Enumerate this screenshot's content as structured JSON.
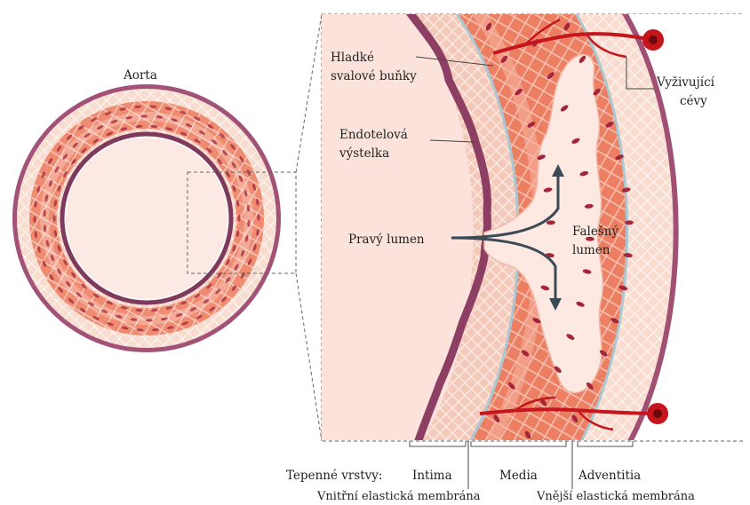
{
  "title": "Aorta",
  "labels": {
    "smooth_muscle": [
      "Hladké",
      "svalové buňky"
    ],
    "endothelium": [
      "Endotelová",
      "výstelka"
    ],
    "true_lumen": "Pravý lumen",
    "false_lumen": [
      "Falešný",
      "lumen"
    ],
    "vasa_vasorum": [
      "Vyživující",
      "cévy"
    ]
  },
  "layers": {
    "caption": "Tepenné vrstvy:",
    "intima": "Intima",
    "media": "Media",
    "adventitia": "Adventitia"
  },
  "membranes": {
    "internal": "Vnitřní elastická membrána",
    "external": "Vnější elastická membrána"
  },
  "colors": {
    "lumen_fill": "#fbe3dc",
    "intima_fill": "#f6d2c4",
    "media_fill": "#ec7f62",
    "media_light": "#f4a48e",
    "adventitia_fill": "#f8d9cc",
    "wall_dark": "#9b4a6e",
    "muscle_cell": "#a4263a",
    "membrane_line": "#a7c6d0",
    "vessel": "#c4161c"
  }
}
